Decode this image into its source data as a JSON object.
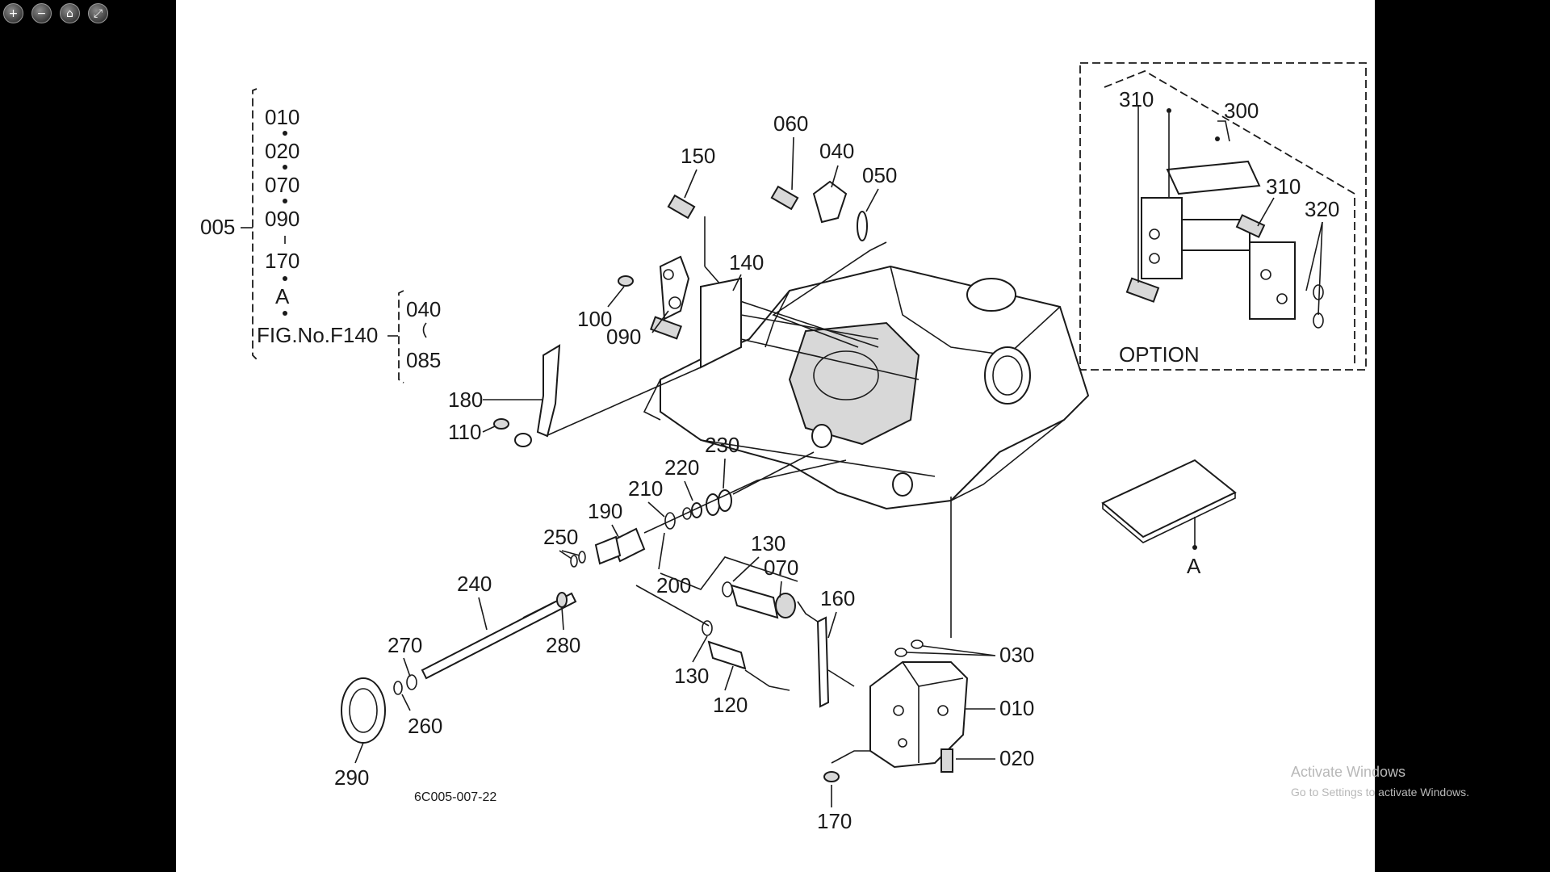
{
  "toolbar": {
    "zoom_in_icon": "+",
    "zoom_out_icon": "−",
    "home_icon": "⌂",
    "fit_icon": "⤢"
  },
  "diagram": {
    "left_group": [
      "010",
      "020",
      "070",
      "090",
      "170",
      "A"
    ],
    "group_label": "005",
    "fig_ref": "FIG.No.F140",
    "sub_group": [
      "040",
      "085"
    ],
    "option_label": "OPTION",
    "book_label": "A",
    "footer_code": "6C005-007-22",
    "labels": {
      "p150": "150",
      "p060": "060",
      "p040": "040",
      "p050": "050",
      "p140": "140",
      "p100": "100",
      "p090": "090",
      "p180": "180",
      "p110": "110",
      "p230": "230",
      "p220": "220",
      "p210": "210",
      "p190": "190",
      "p250": "250",
      "p200": "200",
      "p130a": "130",
      "p070": "070",
      "p160": "160",
      "p240": "240",
      "p280": "280",
      "p270": "270",
      "p260": "260",
      "p290": "290",
      "p130b": "130",
      "p120": "120",
      "p030": "030",
      "p010": "010",
      "p020": "020",
      "p170": "170",
      "p310a": "310",
      "p300": "300",
      "p310b": "310",
      "p320": "320"
    }
  },
  "watermark": {
    "title": "Activate Windows",
    "subtitle": "Go to Settings to activate Windows."
  }
}
